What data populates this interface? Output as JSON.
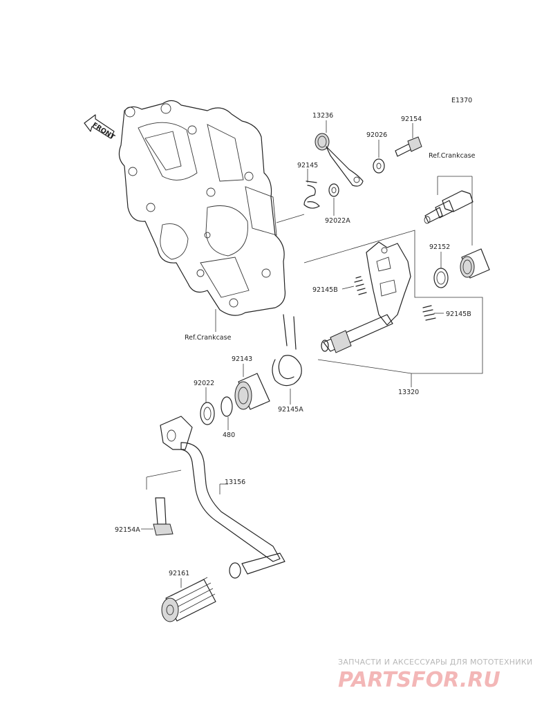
{
  "diagram": {
    "code": "E1370",
    "front_label": "FRONT",
    "labels": {
      "p13236": "13236",
      "p92154": "92154",
      "p92026": "92026",
      "ref_crankcase_top": "Ref.Crankcase",
      "p92145": "92145",
      "p92022A": "92022A",
      "p92152": "92152",
      "p92145B_left": "92145B",
      "p92145B_right": "92145B",
      "ref_crankcase_bottom": "Ref.Crankcase",
      "p92143": "92143",
      "p13320": "13320",
      "p92022": "92022",
      "p92145A": "92145A",
      "p480": "480",
      "p13156": "13156",
      "p92154A": "92154A",
      "p92161": "92161"
    }
  },
  "watermark": {
    "tagline": "ЗАПЧАСТИ И АКСЕССУАРЫ ДЛЯ МОТОТЕХНИКИ",
    "logo": "PARTSFOR.RU"
  }
}
